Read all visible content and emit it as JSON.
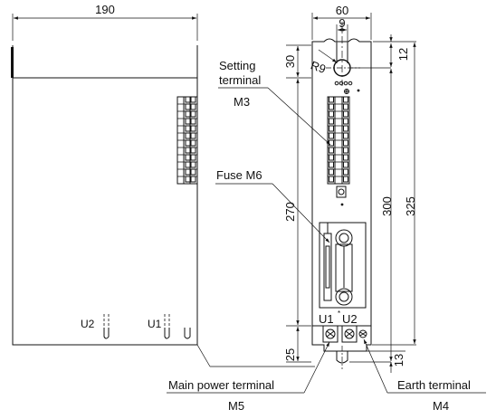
{
  "dimensions": {
    "width_left": "190",
    "width_right": "60",
    "hole_width": "9",
    "hole_radius": "R9",
    "top_offset": "30",
    "hole_offset": "12",
    "height_main": "270",
    "height_inner": "300",
    "height_total": "325",
    "bottom_offset": "25",
    "bottom_hole": "13"
  },
  "labels": {
    "setting_terminal_line1": "Setting",
    "setting_terminal_line2": "terminal",
    "setting_terminal_screw": "M3",
    "fuse": "Fuse M6",
    "main_power_terminal": "Main power terminal",
    "main_power_screw": "M5",
    "earth_terminal": "Earth terminal",
    "earth_screw": "M4",
    "u1_side": "U1",
    "u2_side": "U2",
    "u1_front": "U1",
    "u2_front": "U2"
  }
}
